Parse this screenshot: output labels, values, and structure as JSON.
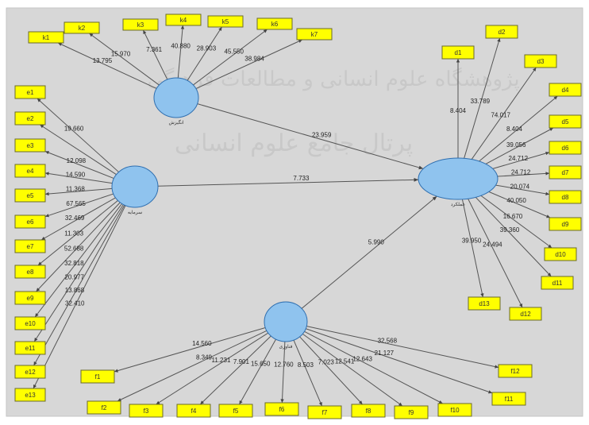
{
  "watermark": {
    "line1": "پژوهشگاه علوم انسانی و مطالعات فرهنگی",
    "line2": "پرتال جامع علوم انسانی"
  },
  "colors": {
    "background": "#d7d7d7",
    "indicator": "#ffff00",
    "construct": "#8fc3ee",
    "edge": "#555555"
  },
  "latents": {
    "K": {
      "label": "انگیزش"
    },
    "E": {
      "label": "سرمایه"
    },
    "D": {
      "label": "عملکرد"
    },
    "F": {
      "label": "فناوری"
    }
  },
  "paths": [
    {
      "from": "K",
      "to": "D",
      "value": "23.959"
    },
    {
      "from": "E",
      "to": "D",
      "value": "7.733"
    },
    {
      "from": "F",
      "to": "D",
      "value": "5.990"
    }
  ],
  "groups": [
    {
      "latent": "K",
      "indicators": [
        {
          "label": "k1",
          "value": "13.795"
        },
        {
          "label": "k2",
          "value": "15.970"
        },
        {
          "label": "k3",
          "value": "7.361"
        },
        {
          "label": "k4",
          "value": "40.880"
        },
        {
          "label": "k5",
          "value": "28.903"
        },
        {
          "label": "k6",
          "value": "45.550"
        },
        {
          "label": "k7",
          "value": "38.984"
        }
      ]
    },
    {
      "latent": "E",
      "indicators": [
        {
          "label": "e1",
          "value": "19.660"
        },
        {
          "label": "e2",
          "value": ""
        },
        {
          "label": "e3",
          "value": "12.098"
        },
        {
          "label": "e4",
          "value": "14.590"
        },
        {
          "label": "e5",
          "value": "11.368"
        },
        {
          "label": "e6",
          "value": "67.565"
        },
        {
          "label": "e7",
          "value": "32.469"
        },
        {
          "label": "e8",
          "value": "11.303"
        },
        {
          "label": "e9",
          "value": "52.688"
        },
        {
          "label": "e10",
          "value": "32.818"
        },
        {
          "label": "e11",
          "value": "20.977"
        },
        {
          "label": "e12",
          "value": "13.868"
        },
        {
          "label": "e13",
          "value": "32.410"
        }
      ]
    },
    {
      "latent": "D",
      "indicators": [
        {
          "label": "d1",
          "value": "8.404"
        },
        {
          "label": "d2",
          "value": "33.789"
        },
        {
          "label": "d3",
          "value": "74.017"
        },
        {
          "label": "d4",
          "value": "8.404"
        },
        {
          "label": "d5",
          "value": "39.056"
        },
        {
          "label": "d6",
          "value": "24.712"
        },
        {
          "label": "d7",
          "value": "24.712"
        },
        {
          "label": "d8",
          "value": "20.074"
        },
        {
          "label": "d9",
          "value": "40.050"
        },
        {
          "label": "d10",
          "value": "16.670"
        },
        {
          "label": "d11",
          "value": "39.360"
        },
        {
          "label": "d12",
          "value": "24.494"
        },
        {
          "label": "d13",
          "value": "39.950"
        }
      ]
    },
    {
      "latent": "F",
      "indicators": [
        {
          "label": "f1",
          "value": "14.560"
        },
        {
          "label": "f2",
          "value": "8.349"
        },
        {
          "label": "f3",
          "value": "11.231"
        },
        {
          "label": "f4",
          "value": "7.901"
        },
        {
          "label": "f5",
          "value": "15.650"
        },
        {
          "label": "f6",
          "value": "12.760"
        },
        {
          "label": "f7",
          "value": "8.503"
        },
        {
          "label": "f8",
          "value": "7.023"
        },
        {
          "label": "f9",
          "value": "12.541"
        },
        {
          "label": "f10",
          "value": "12.643"
        },
        {
          "label": "f11",
          "value": "21.127"
        },
        {
          "label": "f12",
          "value": "32.568"
        }
      ]
    }
  ]
}
